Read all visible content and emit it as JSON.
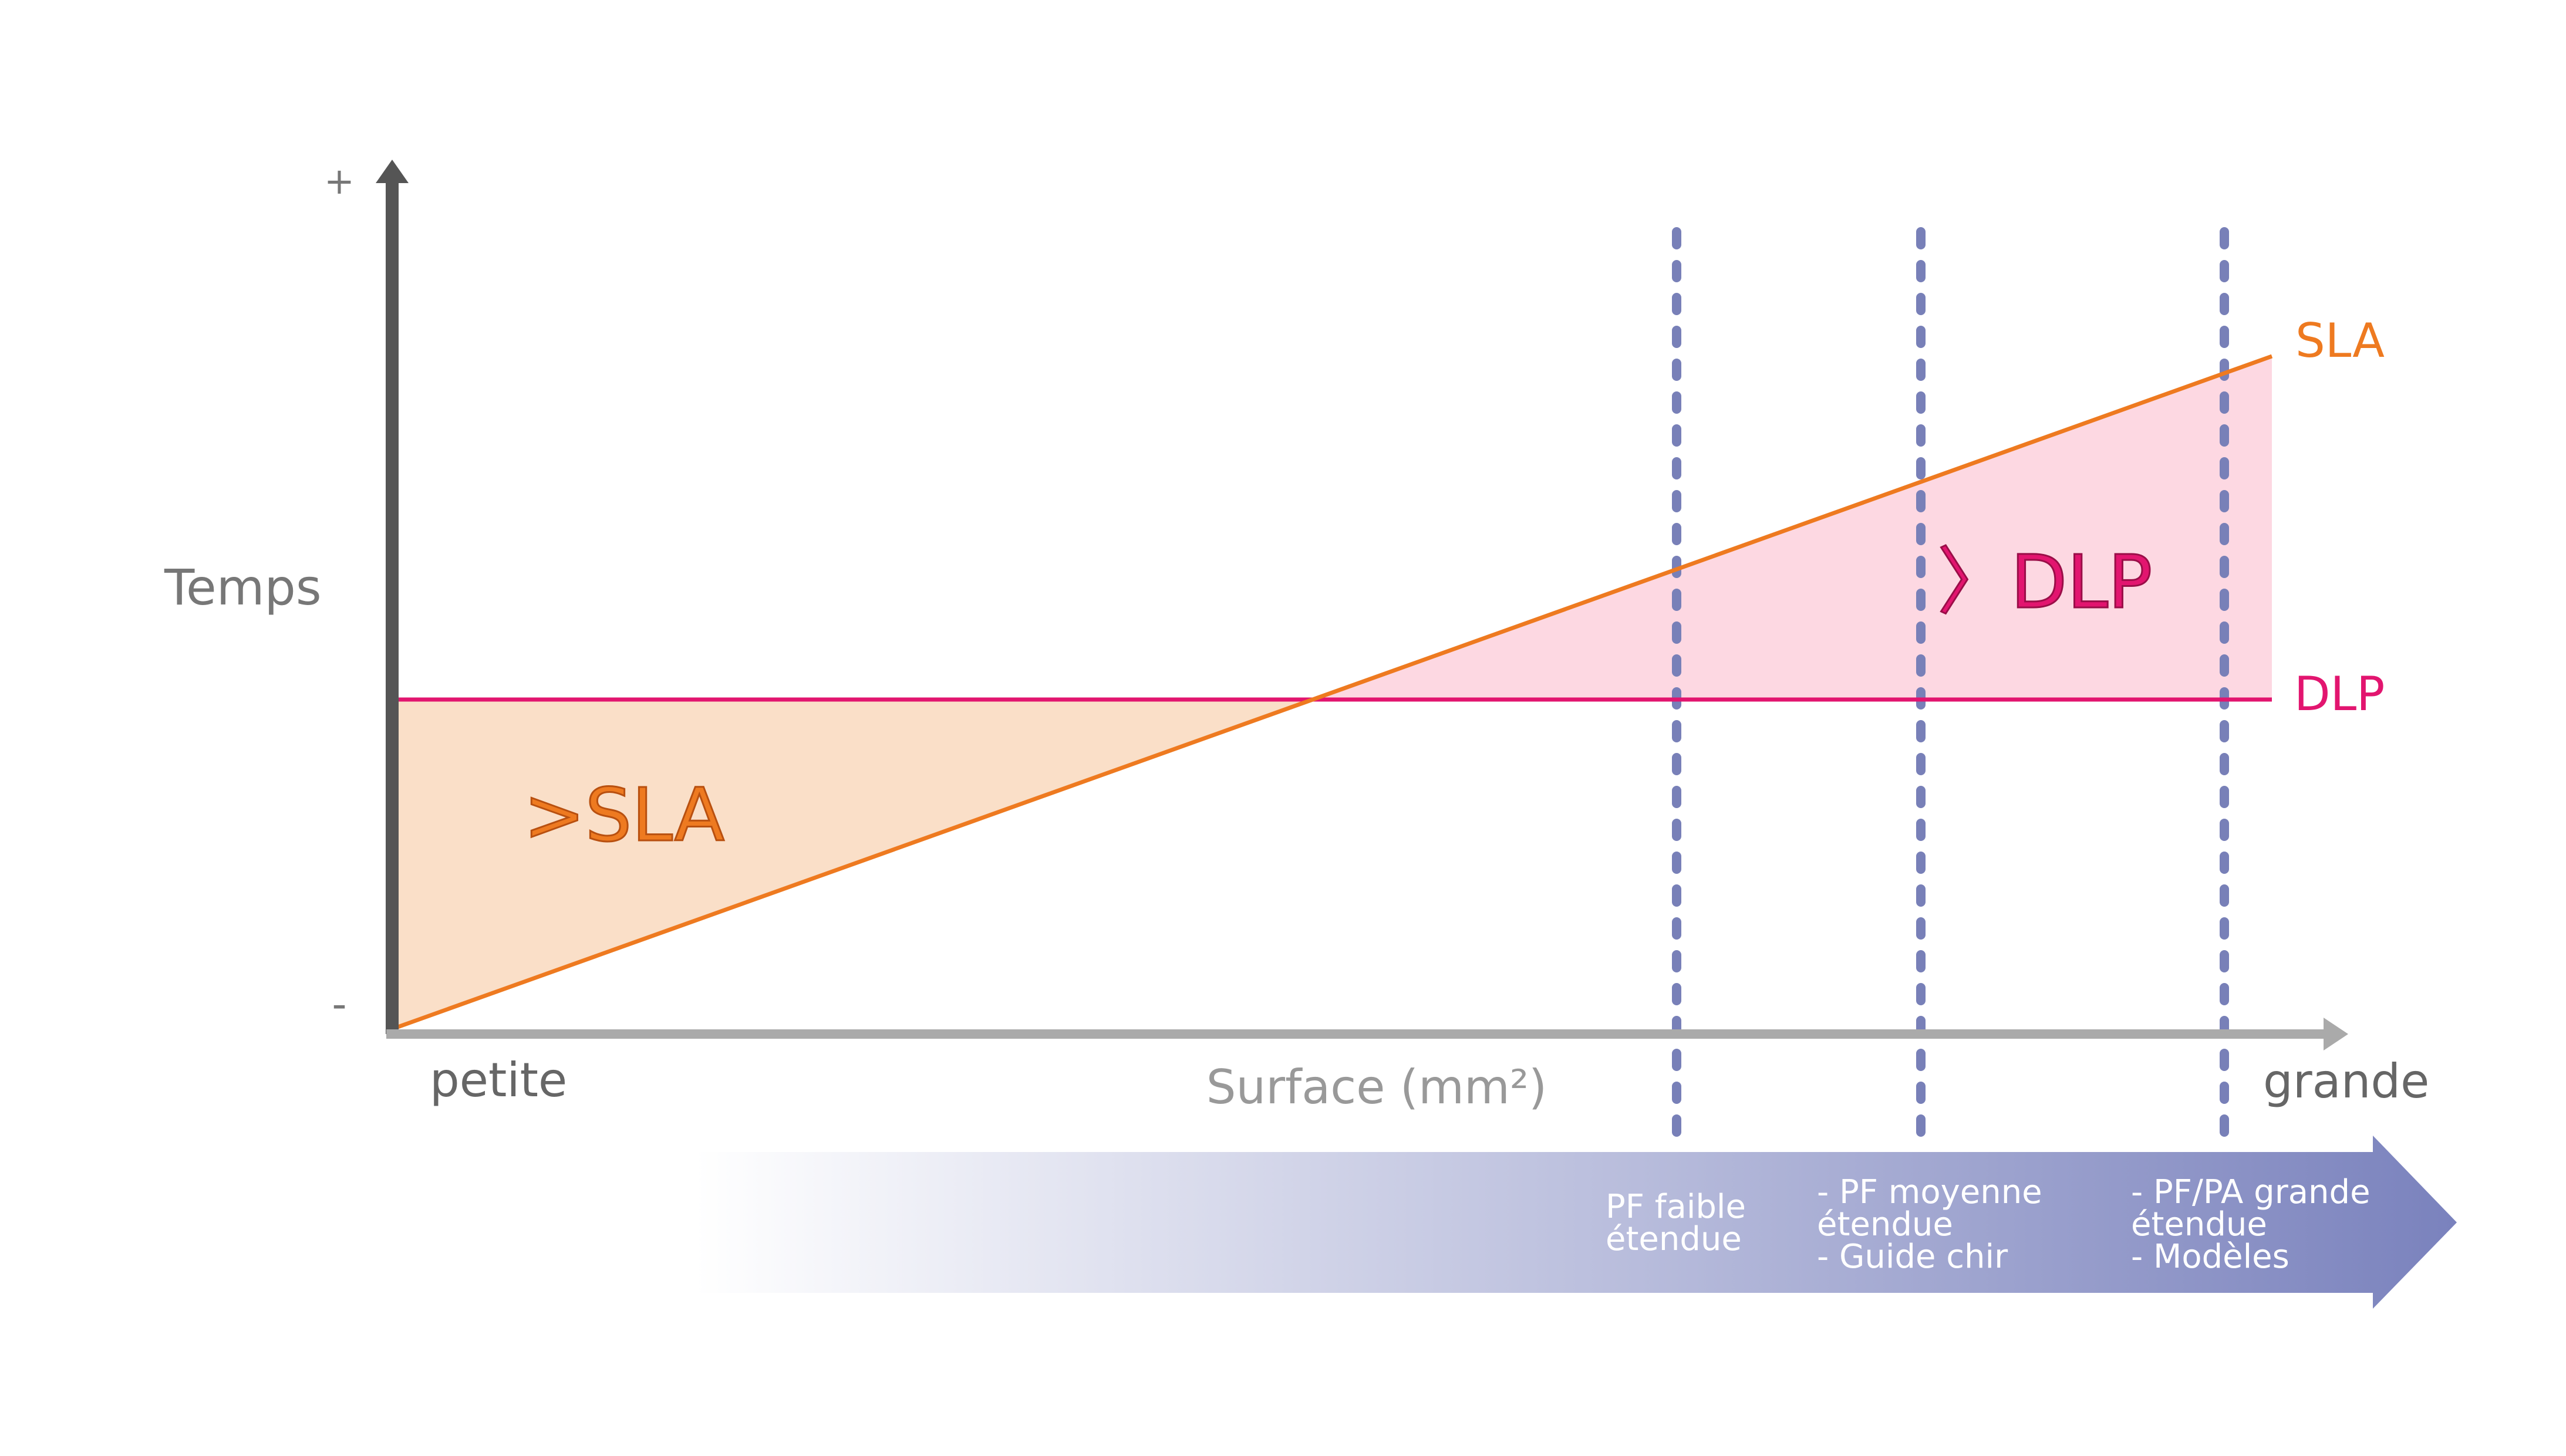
{
  "y_axis": {
    "label": "Temps",
    "top_marker": "+",
    "bottom_marker": "-"
  },
  "x_axis": {
    "label": "Surface (mm²)",
    "left_label": "petite",
    "right_label": "grande"
  },
  "lines": {
    "sla_label": "SLA",
    "dlp_label": "DLP",
    "sla_color": "#ee7a20",
    "dlp_color": "#e2156f"
  },
  "regions": {
    "sla_better_label": ">SLA",
    "dlp_better_label": "〉DLP",
    "sla_fill": "#fadfc8",
    "dlp_fill": "#fdd8e2"
  },
  "arrow": {
    "color": "#7a82bd",
    "segments": [
      {
        "lines": [
          "PF faible",
          "étendue"
        ]
      },
      {
        "lines": [
          "- PF moyenne",
          "étendue",
          "- Guide chir"
        ]
      },
      {
        "lines": [
          "- PF/PA grande",
          "étendue",
          "- Modèles"
        ]
      }
    ]
  },
  "dashed_line_color": "#7880b8",
  "axis_color": "#555555"
}
